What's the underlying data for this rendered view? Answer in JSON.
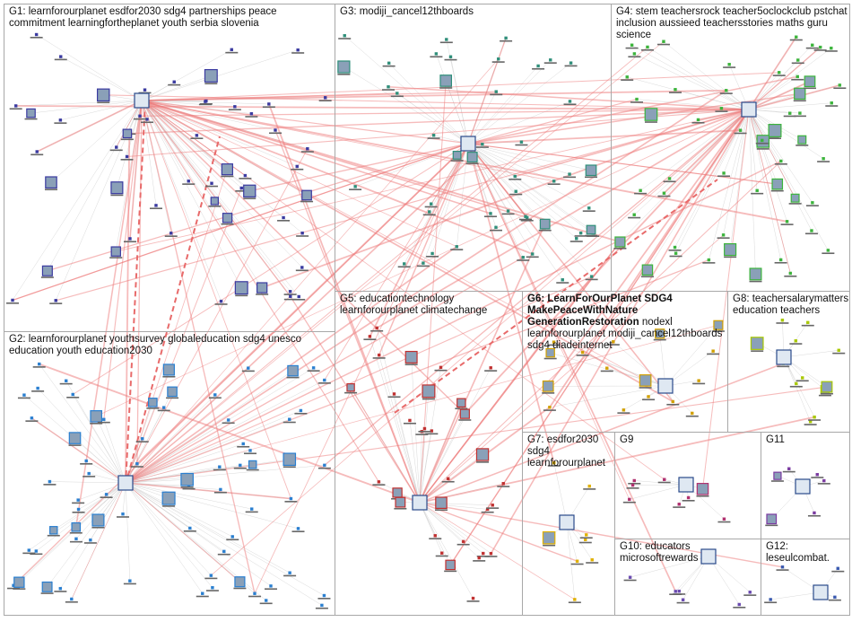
{
  "groups": [
    {
      "id": "G1",
      "label": "G1: learnforourplanet esdfor2030 sdg4 partnerships peace commitment learningfortheplanet youth serbia slovenia",
      "color": "#3a3aa0"
    },
    {
      "id": "G2",
      "label": "G2: learnforourplanet youthsurvey globaleducation sdg4 unesco education youth education2030",
      "color": "#2a7fd0"
    },
    {
      "id": "G3",
      "label": "G3: modiji_cancel12thboards",
      "color": "#2f8f7a"
    },
    {
      "id": "G4",
      "label": "G4: stem teachersrock teacher5oclockclub pstchat inclusion aussieed teachersstories maths guru science",
      "color": "#3cb43c"
    },
    {
      "id": "G5",
      "label": "G5: educationtechnology learnforourplanet climatechange",
      "color": "#c03030"
    },
    {
      "id": "G6",
      "label_bold": "G6: LearnForOurPlanet SDG4 MakePeaceWithNature GenerationRestoration",
      "label_rest": "nodexl learnforourplanet modiji_cancel12thboards sdg4 diadeinternet",
      "color": "#d2a000"
    },
    {
      "id": "G7",
      "label": "G7: esdfor2030 sdg4 learnforourplanet",
      "color": "#e0b000"
    },
    {
      "id": "G8",
      "label": "G8: teachersalarymatters education teachers",
      "color": "#a8c800"
    },
    {
      "id": "G9",
      "label": "G9",
      "color": "#b0306f"
    },
    {
      "id": "G10",
      "label": "G10: educators microsoftrewards",
      "color": "#6a4ab0"
    },
    {
      "id": "G11",
      "label": "G11",
      "color": "#7a3aa0"
    },
    {
      "id": "G12",
      "label": "G12: leseulcombat.",
      "color": "#3a5ab0"
    }
  ],
  "colors": {
    "edge_gray": "#cfcfcf",
    "edge_red": "#ee7777",
    "border": "#a8a8a8"
  }
}
